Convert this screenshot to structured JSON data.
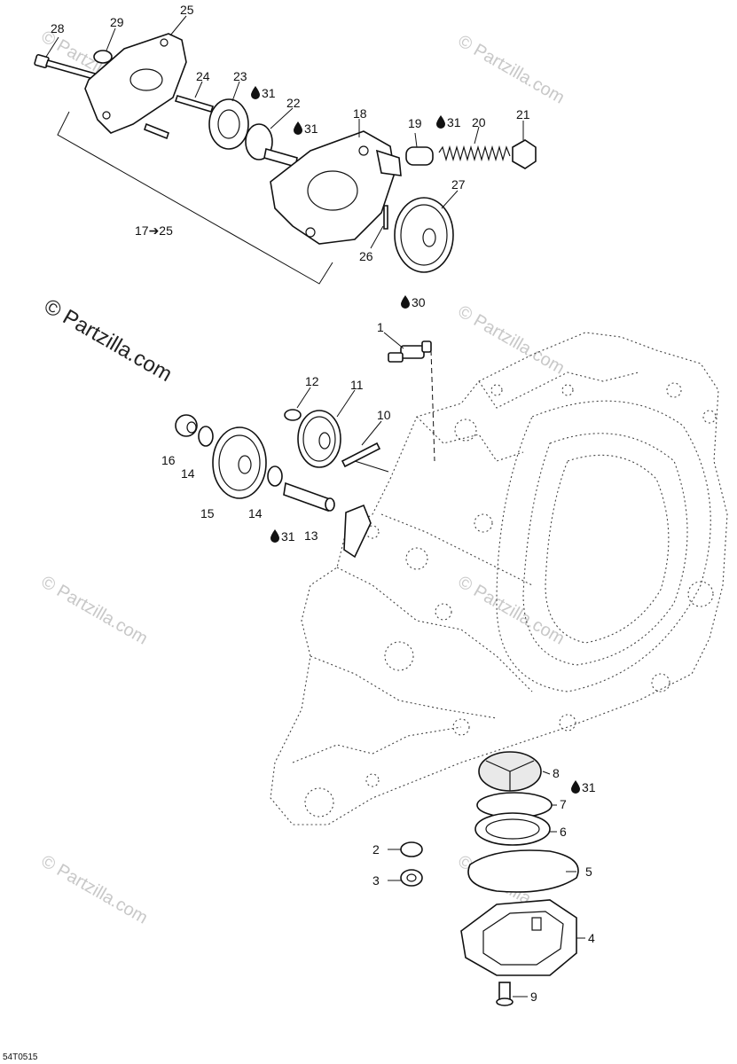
{
  "diagram": {
    "code": "54T0515",
    "watermark": "© Partzilla.com",
    "oil_marks": [
      "31",
      "31",
      "31",
      "30",
      "31",
      "31"
    ],
    "range_label": "17➔25",
    "callouts": [
      "28",
      "29",
      "25",
      "24",
      "23",
      "22",
      "18",
      "19",
      "20",
      "21",
      "27",
      "26",
      "1",
      "12",
      "11",
      "10",
      "16",
      "14",
      "15",
      "14",
      "13",
      "8",
      "7",
      "6",
      "2",
      "5",
      "3",
      "4",
      "9"
    ]
  }
}
